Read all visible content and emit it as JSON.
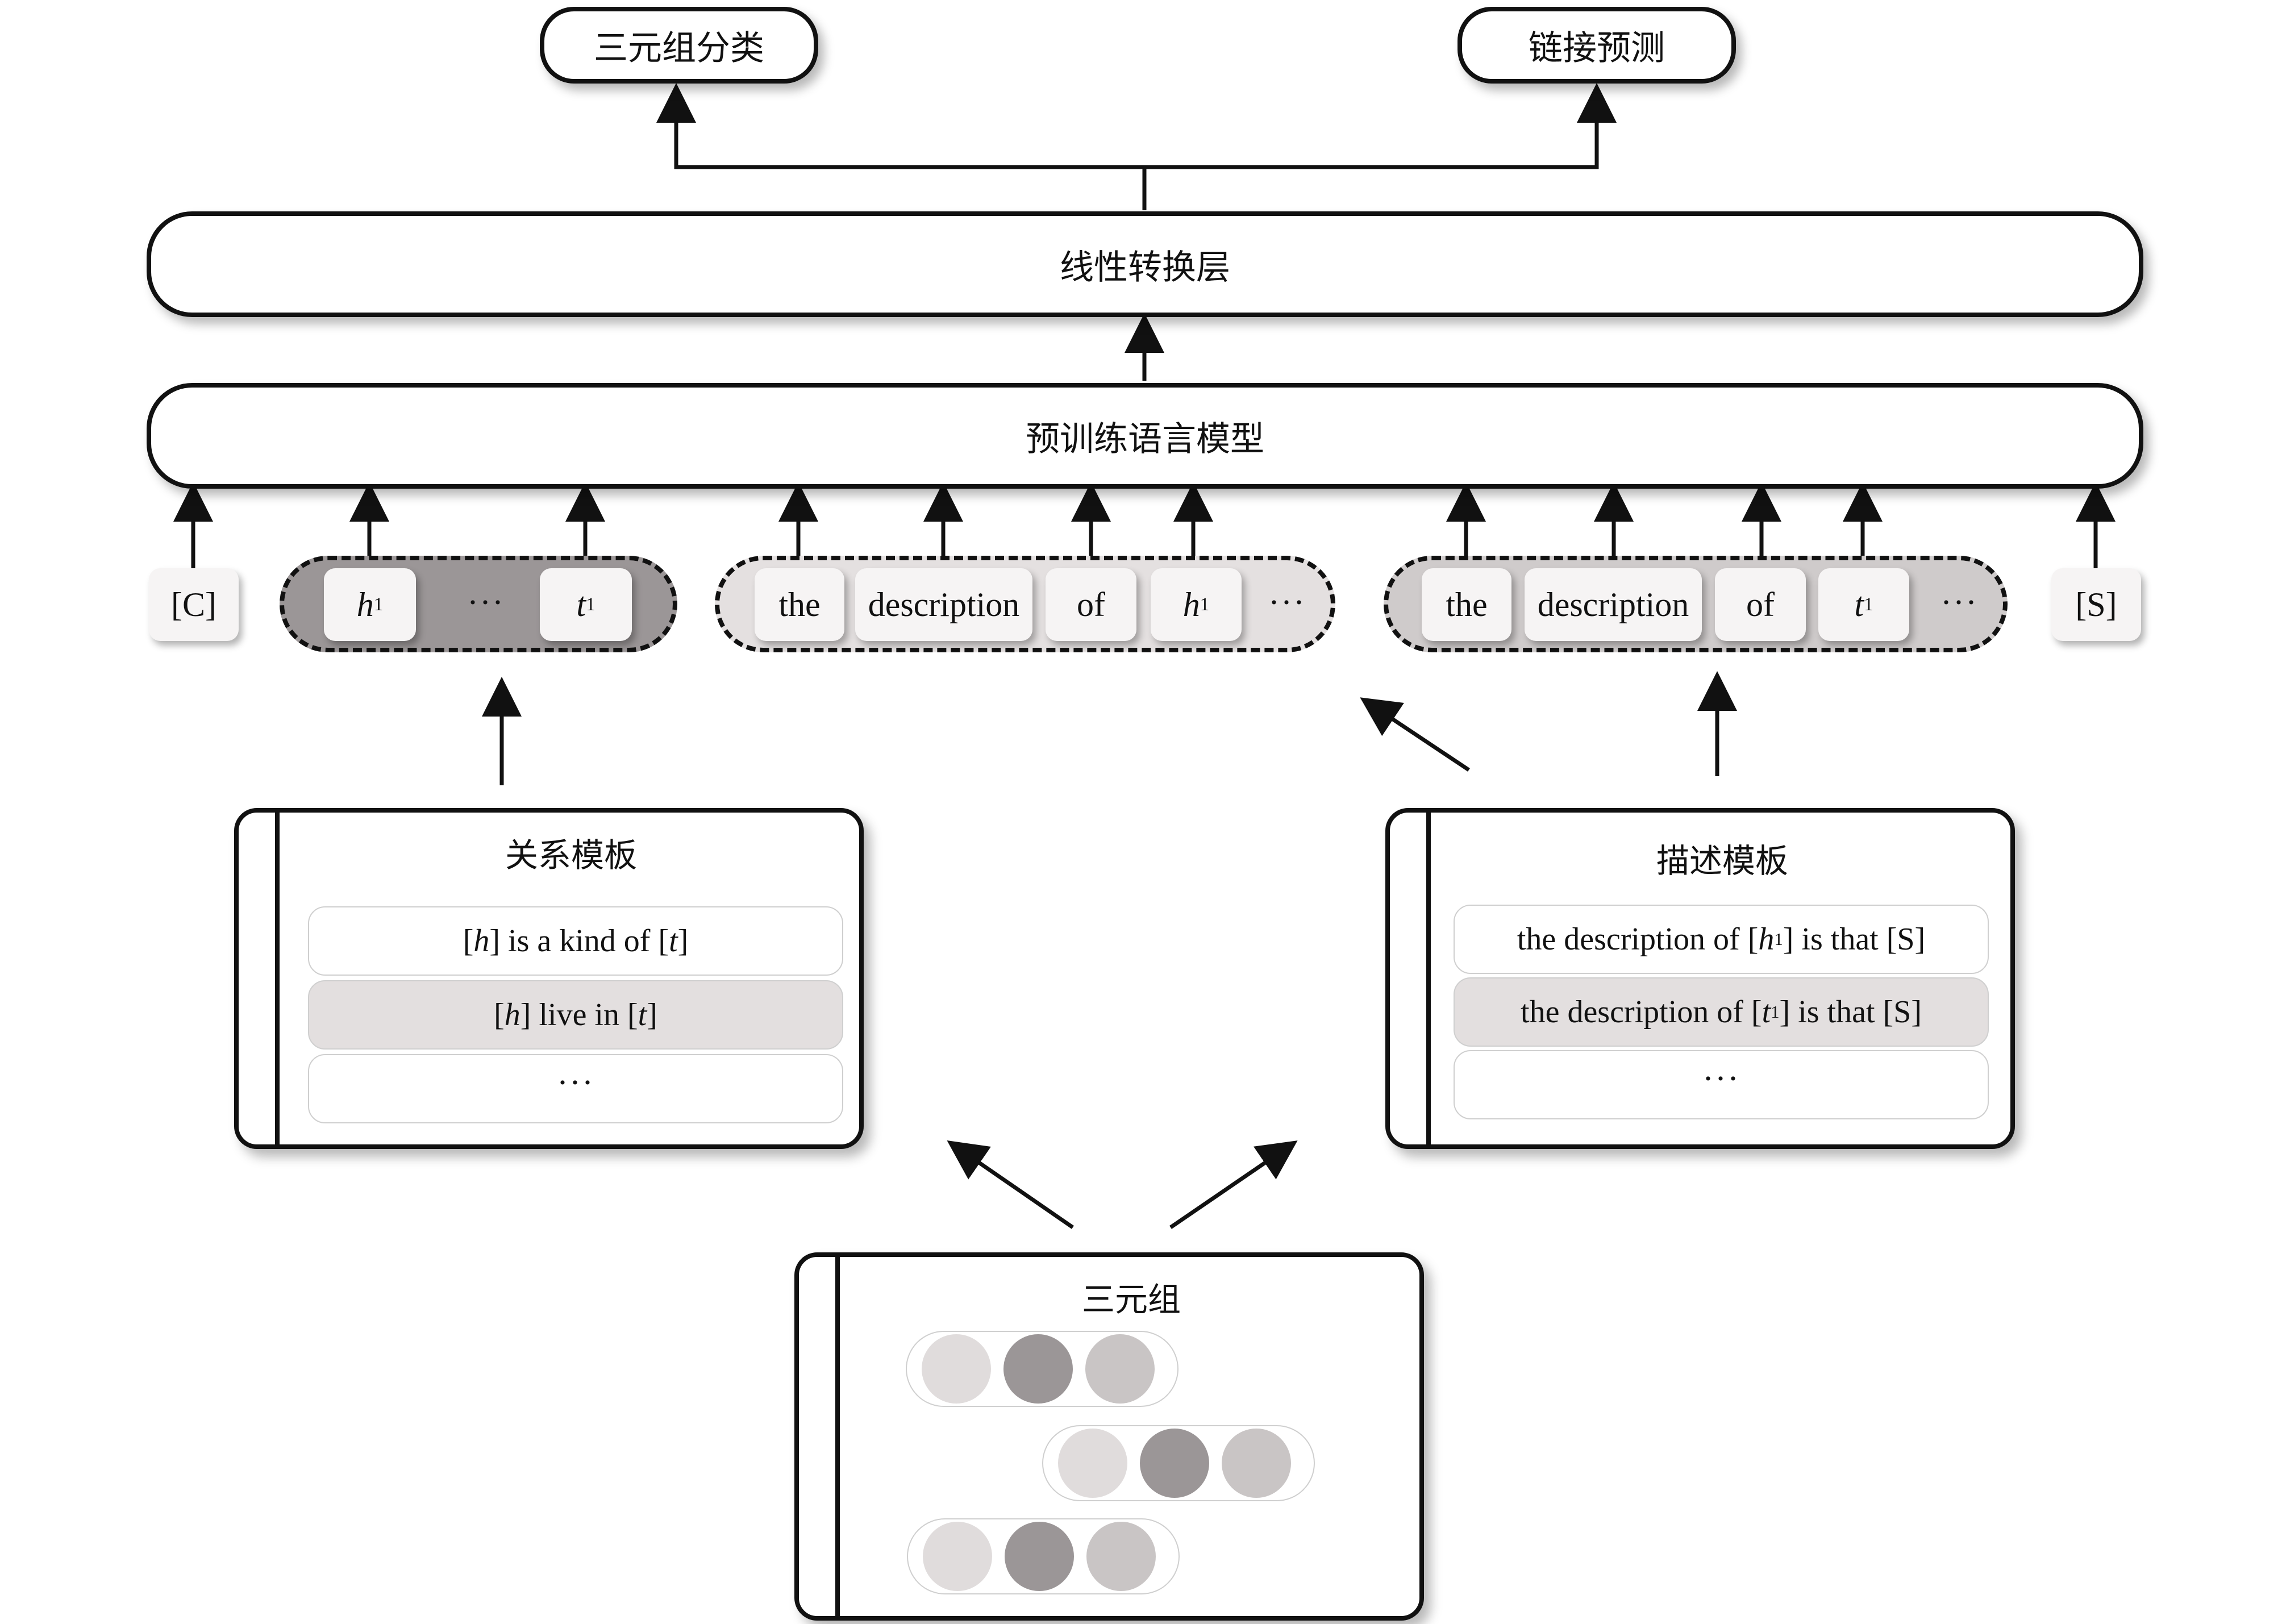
{
  "outputs": {
    "left": "三元组分类",
    "right": "链接预测"
  },
  "layers": {
    "linear": "线性转换层",
    "plm": "预训练语言模型"
  },
  "tokens": {
    "cls": "[C]",
    "sep": "[S]",
    "head": "h",
    "tail": "t",
    "sub": "1",
    "ellipsis": "···",
    "the": "the",
    "description": "description",
    "of": "of"
  },
  "relation_template": {
    "title": "关系模板",
    "row1": {
      "a": "[",
      "b": "h",
      "c": "] is a kind of [",
      "d": "t",
      "e": "]"
    },
    "row2": {
      "a": "[",
      "b": "h",
      "c": "] live in [",
      "d": "t",
      "e": "]"
    },
    "row3": "···"
  },
  "description_template": {
    "title": "描述模板",
    "row1": {
      "a": "the description of [",
      "b": "h",
      "sub": "1",
      "c": "] is that [S]"
    },
    "row2": {
      "a": "the description of [",
      "b": "t",
      "sub": "1",
      "c": "] is that [S]"
    },
    "row3": "···"
  },
  "triples": {
    "title": "三元组"
  },
  "colors": {
    "dark": "#9b9697",
    "mid": "#c9c5c5",
    "light": "#e0dcdc",
    "stroke": "#111111"
  }
}
